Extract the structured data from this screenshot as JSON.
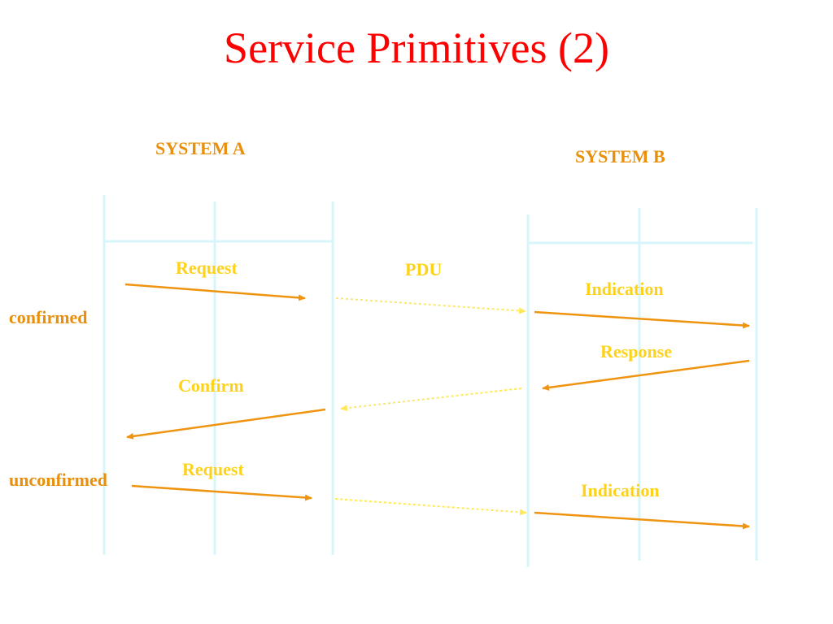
{
  "title": "Service Primitives (2)",
  "systems": {
    "a": "SYSTEM A",
    "b": "SYSTEM B"
  },
  "sections": {
    "confirmed": "confirmed",
    "unconfirmed": "unconfirmed"
  },
  "primitives": {
    "request_confirmed": "Request",
    "pdu": "PDU",
    "indication_confirmed": "Indication",
    "response": "Response",
    "confirm": "Confirm",
    "request_unconfirmed": "Request",
    "indication_unconfirmed": "Indication"
  },
  "colors": {
    "title": "#ff0000",
    "system_label": "#e8900c",
    "primitive_label": "#ffd21a",
    "arrow": "#ef9410",
    "pdu_arrow": "#ffe85a",
    "lifeline": "#d6f6fb"
  }
}
